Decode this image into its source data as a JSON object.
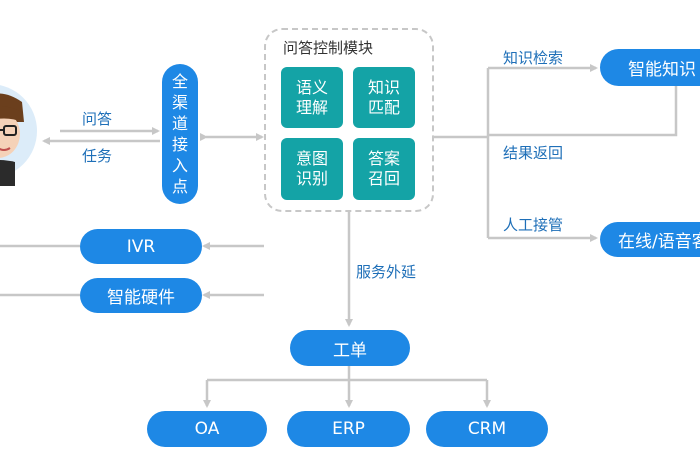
{
  "channel_entry": [
    "全",
    "渠",
    "道",
    "接",
    "入",
    "点"
  ],
  "labels": {
    "qa": "问答",
    "task": "任务",
    "knowledge_search": "知识检索",
    "result_return": "结果返回",
    "manual_takeover": "人工接管",
    "service_extension": "服务外延"
  },
  "qa_module": {
    "title": "问答控制模块",
    "tiles": [
      {
        "line1": "语义",
        "line2": "理解"
      },
      {
        "line1": "知识",
        "line2": "匹配"
      },
      {
        "line1": "意图",
        "line2": "识别"
      },
      {
        "line1": "答案",
        "line2": "召回"
      }
    ]
  },
  "nodes": {
    "ivr": "IVR",
    "smart_hardware": "智能硬件",
    "work_order": "工单",
    "oa": "OA",
    "erp": "ERP",
    "crm": "CRM",
    "smart_kb": "智能知识",
    "online_voice": "在线/语音客"
  },
  "colors": {
    "primary_blue": "#1e88e5",
    "teal": "#14a3a6",
    "label_blue": "#1e6fb8",
    "arrow_gray": "#c7c7c7"
  }
}
